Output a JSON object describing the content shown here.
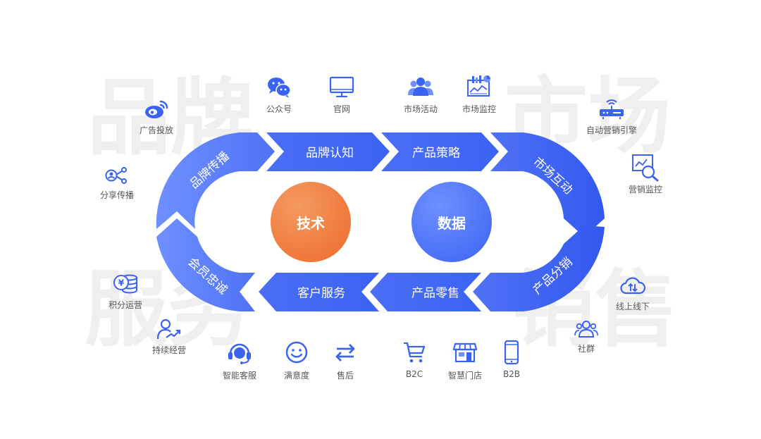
{
  "colors": {
    "blue": "#3b63f2",
    "blue_light": "#6e90ff",
    "orange": "#ec6a2a",
    "watermark": "#efefef",
    "text": "#555555"
  },
  "watermarks": {
    "brand": "品牌",
    "market": "市场",
    "service": "服务",
    "sales": "销售"
  },
  "center": {
    "tech": "技术",
    "data": "数据"
  },
  "segments": {
    "brand_spread": "品牌传播",
    "brand_awareness": "品牌认知",
    "product_strategy": "产品策略",
    "market_interaction": "市场互动",
    "product_distribution": "产品分销",
    "product_retail": "产品零售",
    "customer_service": "客户服务",
    "member_loyalty": "会员忠诚"
  },
  "items": {
    "ad_placement": "广告投放",
    "share_spread": "分享传播",
    "official_account": "公众号",
    "website": "官网",
    "market_activity": "市场活动",
    "market_monitor": "市场监控",
    "marketing_engine": "自动营销引擎",
    "marketing_monitor": "营销监控",
    "online_offline": "线上线下",
    "community": "社群",
    "points_ops": "积分运营",
    "continuous_ops": "持续经营",
    "smart_service": "智能客服",
    "satisfaction": "满意度",
    "after_sales": "售后",
    "b2c": "B2C",
    "smart_store": "智慧门店",
    "b2b": "B2B"
  }
}
